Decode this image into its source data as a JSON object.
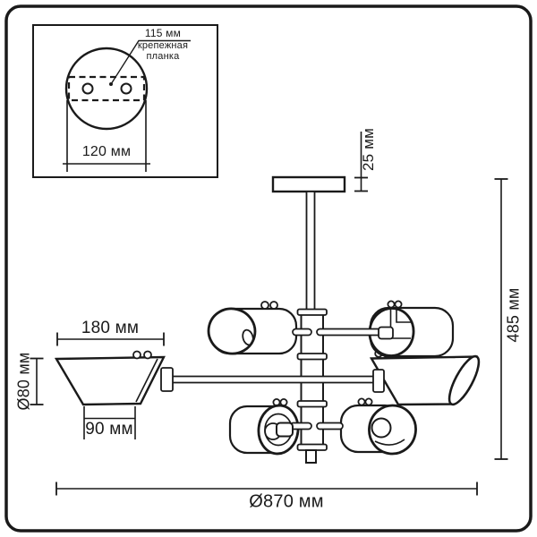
{
  "inset": {
    "hole_spacing": "115 мм",
    "plate_name": "крепежная планка",
    "plate_width": "120 мм"
  },
  "dims": {
    "canopy_height": "25 мм",
    "total_height": "485 мм",
    "cone_top_width": "180 мм",
    "cone_height": "Ø80 мм",
    "cone_bottom_width": "90 мм",
    "total_diameter": "Ø870 мм"
  }
}
